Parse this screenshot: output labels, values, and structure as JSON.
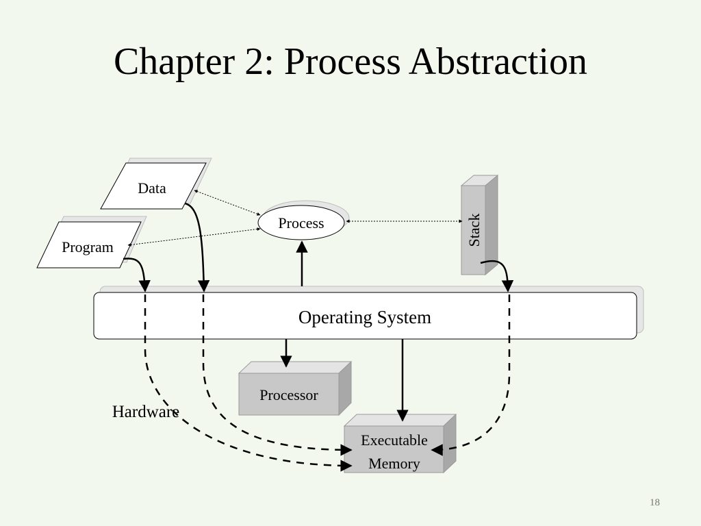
{
  "slide": {
    "title": "Chapter 2: Process Abstraction",
    "page_number": "18"
  },
  "diagram": {
    "nodes": {
      "data": "Data",
      "program": "Program",
      "process": "Process",
      "stack": "Stack",
      "operating_system": "Operating System",
      "processor": "Processor",
      "executable_memory_line1": "Executable",
      "executable_memory_line2": "Memory"
    },
    "labels": {
      "hardware": "Hardware"
    }
  },
  "colors": {
    "background": "#f3f8ee",
    "box_gray": "#c8c8c8",
    "box_gray_top": "#e4e4e4",
    "box_gray_side": "#a8a8a8",
    "ink": "#000000"
  }
}
